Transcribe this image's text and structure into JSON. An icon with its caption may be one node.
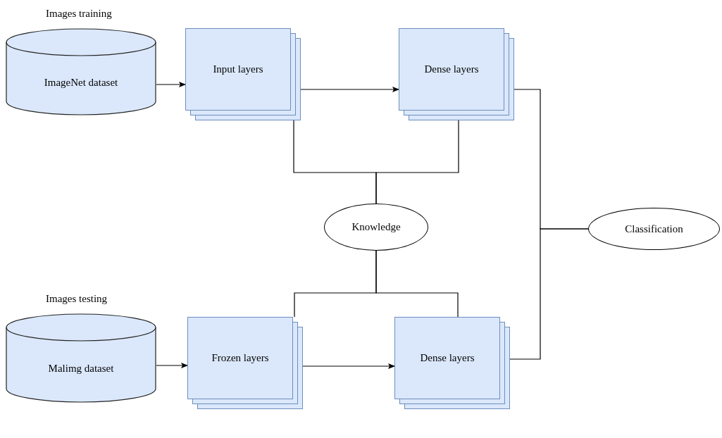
{
  "diagram": {
    "nodes": [
      {
        "text": [
          "ImageNet dataset"
        ],
        "beside": [
          "Images training"
        ]
      },
      {
        "text": [
          "Input layers"
        ]
      },
      {
        "text": [
          "Dense layers"
        ]
      },
      {
        "text": [
          "Knowledge"
        ]
      },
      {
        "text": [
          "Classification"
        ]
      },
      {
        "text": [
          "Malimg dataset"
        ],
        "beside": [
          "Images testing"
        ]
      },
      {
        "text": [
          "Frozen layers"
        ]
      },
      {
        "text": [
          "Dense layers"
        ]
      }
    ],
    "edges": [
      {
        "from": 0,
        "to": 1,
        "arrow": "to"
      },
      {
        "from": 1,
        "to": 2,
        "arrow": "to"
      },
      {
        "from": 1,
        "to": 3,
        "arrow": "none"
      },
      {
        "from": 2,
        "to": 3,
        "arrow": "none"
      },
      {
        "from": 3,
        "to": 6,
        "arrow": "none"
      },
      {
        "from": 3,
        "to": 7,
        "arrow": "none"
      },
      {
        "from": 2,
        "to": 4,
        "arrow": "none"
      },
      {
        "from": 7,
        "to": 4,
        "arrow": "none"
      },
      {
        "from": 5,
        "to": 6,
        "arrow": "to"
      },
      {
        "from": 6,
        "to": 7,
        "arrow": "to"
      }
    ]
  }
}
